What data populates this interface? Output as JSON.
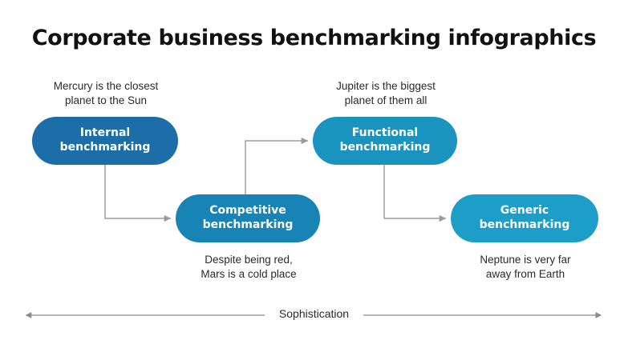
{
  "slide": {
    "title": "Corporate business benchmarking infographics",
    "background_color": "#ffffff"
  },
  "steps": [
    {
      "label": "Internal\nbenchmarking",
      "caption": "Mercury is the closest\nplanet to the Sun",
      "color": "#1b6ea8",
      "caption_position": "above"
    },
    {
      "label": "Competitive\nbenchmarking",
      "caption": "Despite being red,\nMars is a cold place",
      "color": "#1784b5",
      "caption_position": "below"
    },
    {
      "label": "Functional\nbenchmarking",
      "caption": "Jupiter is the biggest\nplanet of them all",
      "color": "#1a93bf",
      "caption_position": "above"
    },
    {
      "label": "Generic\nbenchmarking",
      "caption": "Neptune is very far\naway from Earth",
      "color": "#1c9ec9",
      "caption_position": "below"
    }
  ],
  "axis": {
    "label": "Sophistication",
    "line_color": "#8a8a8a",
    "arrow_left": "arrow-left-icon",
    "arrow_right": "arrow-right-icon"
  },
  "connectors": {
    "color": "#9b9b9b",
    "items": [
      {
        "from": "Internal benchmarking",
        "to": "Competitive benchmarking",
        "direction": "down-then-right"
      },
      {
        "from": "Competitive benchmarking",
        "to": "Functional benchmarking",
        "direction": "up-then-right"
      },
      {
        "from": "Functional benchmarking",
        "to": "Generic benchmarking",
        "direction": "down-then-right"
      }
    ]
  }
}
